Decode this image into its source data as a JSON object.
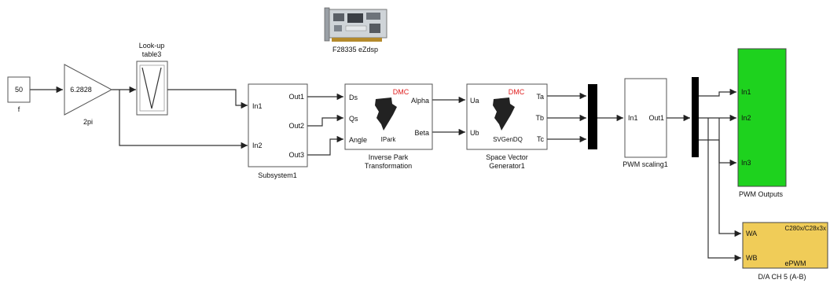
{
  "blocks": {
    "constant": {
      "value": "50",
      "label": "f"
    },
    "gain": {
      "value": "6.2828",
      "label": "2pi"
    },
    "lookup": {
      "label_line1": "Look-up",
      "label_line2": "table3"
    },
    "board": {
      "label": "F28335 eZdsp"
    },
    "subsystem": {
      "in1": "In1",
      "in2": "In2",
      "out1": "Out1",
      "out2": "Out2",
      "out3": "Out3",
      "label": "Subsystem1"
    },
    "ipark": {
      "ds": "Ds",
      "qs": "Qs",
      "angle": "Angle",
      "alpha": "Alpha",
      "beta": "Beta",
      "dmc": "DMC",
      "name": "IPark",
      "label_line1": "Inverse Park",
      "label_line2": "Transformation"
    },
    "svgen": {
      "ua": "Ua",
      "ub": "Ub",
      "ta": "Ta",
      "tb": "Tb",
      "tc": "Tc",
      "dmc": "DMC",
      "name": "SVGenDQ",
      "label_line1": "Space Vector",
      "label_line2": "Generator1"
    },
    "pwm_scaling": {
      "in1": "In1",
      "out1": "Out1",
      "label": "PWM scaling1"
    },
    "pwm_outputs": {
      "in1": "In1",
      "in2": "In2",
      "in3": "In3",
      "label": "PWM Outputs",
      "color": "#1ed21e"
    },
    "dac": {
      "wa": "WA",
      "wb": "WB",
      "family": "C280x/C28x3x",
      "type": "ePWM",
      "label": "D/A CH 5 (A-B)",
      "color": "#f0cc58"
    }
  }
}
